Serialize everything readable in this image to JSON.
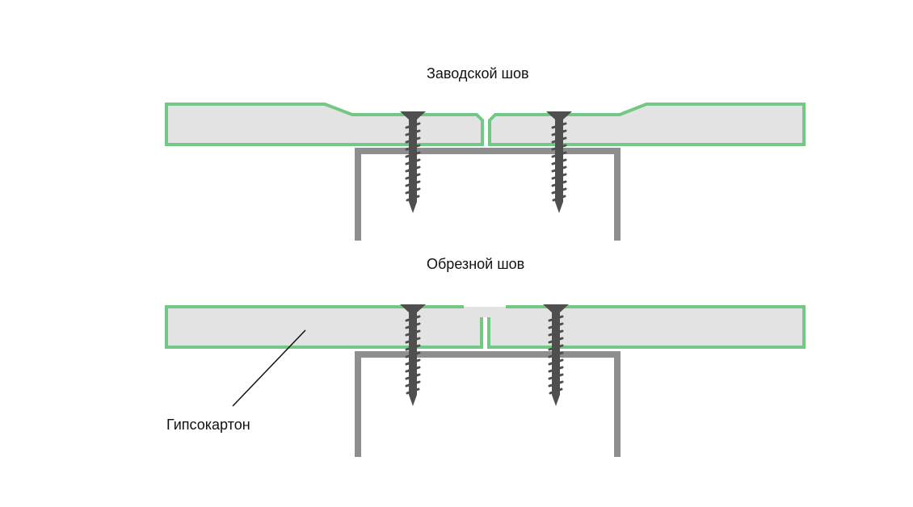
{
  "diagram": {
    "top_title": "Заводской шов",
    "bottom_title": "Обрезной шов",
    "board_label": "Гипсокартон"
  },
  "colors": {
    "board_fill": "#e3e3e3",
    "board_edge": "#72c985",
    "profile": "#8e8e8e",
    "screw": "#4f4f4f",
    "leader": "#111111"
  }
}
